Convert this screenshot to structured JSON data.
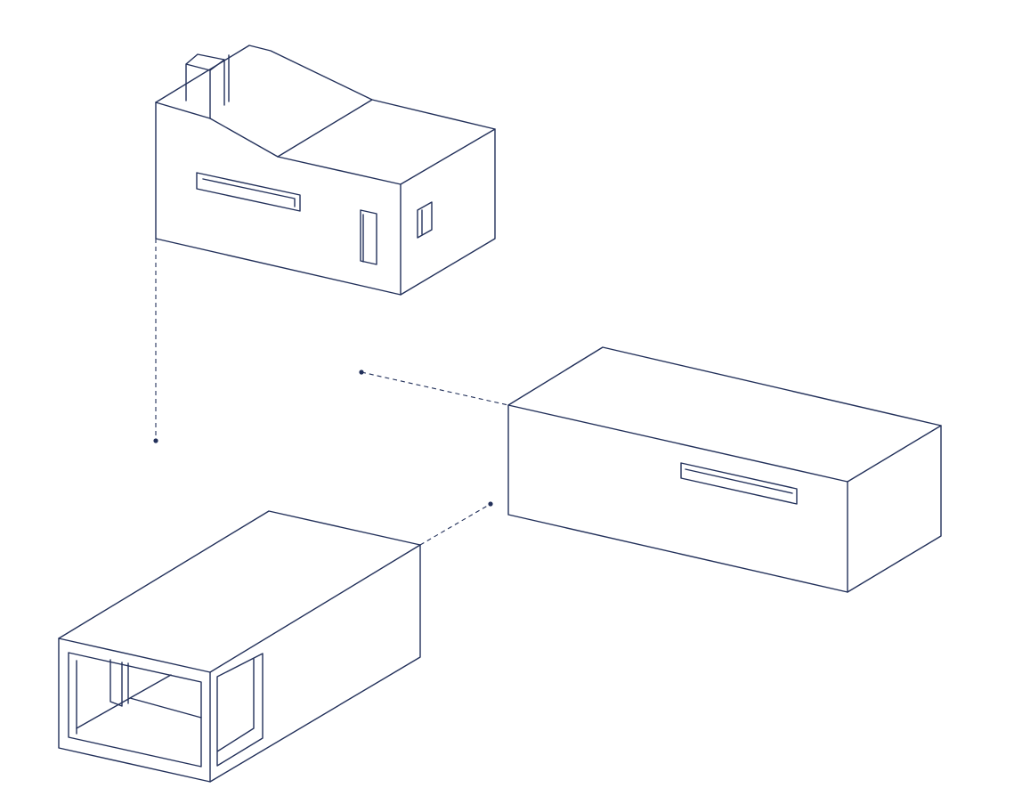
{
  "diagram": {
    "kind": "isometric-exploded-axonometric",
    "line_color": "#22305a",
    "background": "#ffffff",
    "components": [
      {
        "name": "house-volume",
        "features": [
          "pitched-roof",
          "chimney",
          "ribbon-window",
          "vertical-window",
          "side-window"
        ]
      },
      {
        "name": "box-volume",
        "features": [
          "ribbon-window"
        ]
      },
      {
        "name": "open-frame-volume",
        "features": [
          "open-front-frame",
          "open-side-frame"
        ]
      }
    ],
    "connectors": [
      {
        "name": "house-to-frame-connector",
        "style": "dashed"
      },
      {
        "name": "box-left-connector",
        "style": "dashed"
      },
      {
        "name": "frame-to-box-connector",
        "style": "dashed"
      }
    ]
  }
}
